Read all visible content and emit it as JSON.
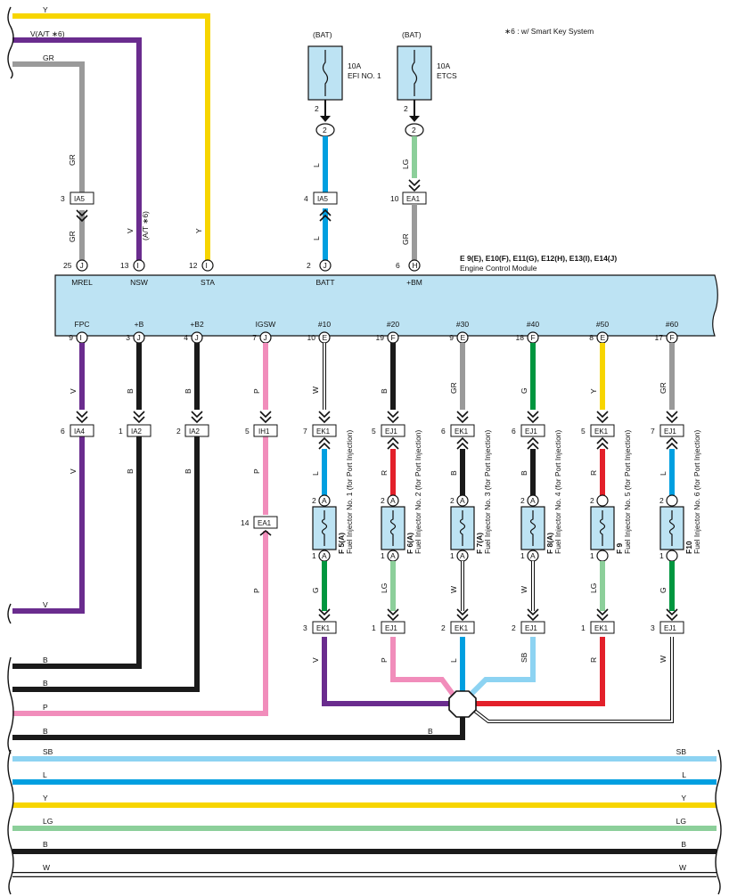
{
  "note": "∗6 : w/ Smart Key System",
  "ecu": {
    "title": "E 9(E), E10(F), E11(G), E12(H), E13(I), E14(J)",
    "subtitle": "Engine Control Module",
    "top_terminals": [
      {
        "label": "MREL",
        "pin": "25",
        "conn": "J"
      },
      {
        "label": "NSW",
        "pin": "13",
        "conn": "I"
      },
      {
        "label": "STA",
        "pin": "12",
        "conn": "I"
      },
      {
        "label": "BATT",
        "pin": "2",
        "conn": "J"
      },
      {
        "label": "+BM",
        "pin": "6",
        "conn": "H"
      }
    ],
    "bottom_terminals": [
      {
        "label": "FPC",
        "pin": "9",
        "conn": "I"
      },
      {
        "label": "+B",
        "pin": "3",
        "conn": "J"
      },
      {
        "label": "+B2",
        "pin": "4",
        "conn": "J"
      },
      {
        "label": "IGSW",
        "pin": "7",
        "conn": "J"
      },
      {
        "label": "#10",
        "pin": "10",
        "conn": "E"
      },
      {
        "label": "#20",
        "pin": "19",
        "conn": "F"
      },
      {
        "label": "#30",
        "pin": "9",
        "conn": "E"
      },
      {
        "label": "#40",
        "pin": "18",
        "conn": "F"
      },
      {
        "label": "#50",
        "pin": "8",
        "conn": "E"
      },
      {
        "label": "#60",
        "pin": "17",
        "conn": "F"
      }
    ]
  },
  "fuses": [
    {
      "source": "(BAT)",
      "rating": "10A",
      "name": "EFI NO. 1",
      "pin": "2",
      "conn_pin": "2",
      "wire": "L",
      "junction": {
        "pin": "4",
        "name": "IA5"
      }
    },
    {
      "source": "(BAT)",
      "rating": "10A",
      "name": "ETCS",
      "pin": "2",
      "conn_pin": "2",
      "wire": "LG",
      "junction": {
        "pin": "10",
        "name": "EA1"
      },
      "wire2": "GR"
    }
  ],
  "top_wires": [
    {
      "color": "Y",
      "label": "Y"
    },
    {
      "color": "V",
      "label": "V(A/T ∗6)"
    },
    {
      "color": "GR",
      "label": "GR"
    }
  ],
  "top_junctions": {
    "mrel": {
      "pin": "3",
      "name": "IA5",
      "wire_above": "GR",
      "wire_below": "GR"
    },
    "nsw_wire": "V",
    "nsw_note": "(A/T ∗6)",
    "sta_wire": "Y"
  },
  "bottom_columns": [
    {
      "wire": "V",
      "pin": "6",
      "junction": "IA4",
      "wire2": "V"
    },
    {
      "wire": "B",
      "pin": "1",
      "junction": "IA2",
      "wire2": "B"
    },
    {
      "wire": "B",
      "pin": "2",
      "junction": "IA2",
      "wire2": "B"
    },
    {
      "wire": "P",
      "pin": "5",
      "junction": "IH1",
      "wire2": "P",
      "pin2": "14",
      "junction2": "EA1",
      "wire3": "P"
    }
  ],
  "injectors": [
    {
      "wire_top": "W",
      "top_pin": "7",
      "top_conn": "EK1",
      "wire_mid": "L",
      "pin_a": "2",
      "conn": "A",
      "pin_b": "1",
      "code": "F 5(A)",
      "name": "Fuel Injector No. 1 (for Port Injection)",
      "wire_low": "G",
      "low_pin": "3",
      "low_conn": "EK1",
      "wire_out": "V"
    },
    {
      "wire_top": "B",
      "top_pin": "5",
      "top_conn": "EJ1",
      "wire_mid": "R",
      "pin_a": "2",
      "conn": "A",
      "pin_b": "1",
      "code": "F 6(A)",
      "name": "Fuel Injector No. 2 (for Port Injection)",
      "wire_low": "LG",
      "low_pin": "1",
      "low_conn": "EJ1",
      "wire_out": "P"
    },
    {
      "wire_top": "GR",
      "top_pin": "6",
      "top_conn": "EK1",
      "wire_mid": "B",
      "pin_a": "2",
      "conn": "A",
      "pin_b": "1",
      "code": "F 7(A)",
      "name": "Fuel Injector No. 3 (for Port Injection)",
      "wire_low": "W",
      "low_pin": "2",
      "low_conn": "EK1",
      "wire_out": "L"
    },
    {
      "wire_top": "G",
      "top_pin": "6",
      "top_conn": "EJ1",
      "wire_mid": "B",
      "pin_a": "2",
      "conn": "A",
      "pin_b": "1",
      "code": "F 8(A)",
      "name": "Fuel Injector No. 4 (for Port Injection)",
      "wire_low": "W",
      "low_pin": "2",
      "low_conn": "EJ1",
      "wire_out": "SB"
    },
    {
      "wire_top": "Y",
      "top_pin": "5",
      "top_conn": "EK1",
      "wire_mid": "R",
      "pin_a": "2",
      "conn": "",
      "pin_b": "1",
      "code": "F 9",
      "name": "Fuel Injector No. 5 (for Port Injection)",
      "wire_low": "LG",
      "low_pin": "1",
      "low_conn": "EK1",
      "wire_out": "R"
    },
    {
      "wire_top": "GR",
      "top_pin": "7",
      "top_conn": "EJ1",
      "wire_mid": "L",
      "pin_a": "2",
      "conn": "",
      "pin_b": "1",
      "code": "F10",
      "name": "Fuel Injector No. 6 (for Port Injection)",
      "wire_low": "G",
      "low_pin": "3",
      "low_conn": "EJ1",
      "wire_out": "W"
    }
  ],
  "left_wires": [
    {
      "label": "V"
    },
    {
      "label": "B"
    },
    {
      "label": "B"
    },
    {
      "label": "P"
    },
    {
      "label": "B"
    },
    {
      "label": "B"
    }
  ],
  "bus_wires": [
    {
      "left": "SB",
      "right": "SB"
    },
    {
      "left": "L",
      "right": "L"
    },
    {
      "left": "Y",
      "right": "Y"
    },
    {
      "left": "LG",
      "right": "LG"
    },
    {
      "left": "B",
      "right": "B"
    },
    {
      "left": "W",
      "right": "W"
    }
  ],
  "colors": {
    "Y": "#f7d500",
    "V": "#6a2c8e",
    "GR": "#9a9a9a",
    "L": "#009fe0",
    "LG": "#8ccf9a",
    "B": "#1a1a1a",
    "P": "#f18dbb",
    "W": "#ffffff",
    "R": "#e3202a",
    "G": "#00963f",
    "SB": "#8dd3f2",
    "box": "#bde3f3"
  }
}
